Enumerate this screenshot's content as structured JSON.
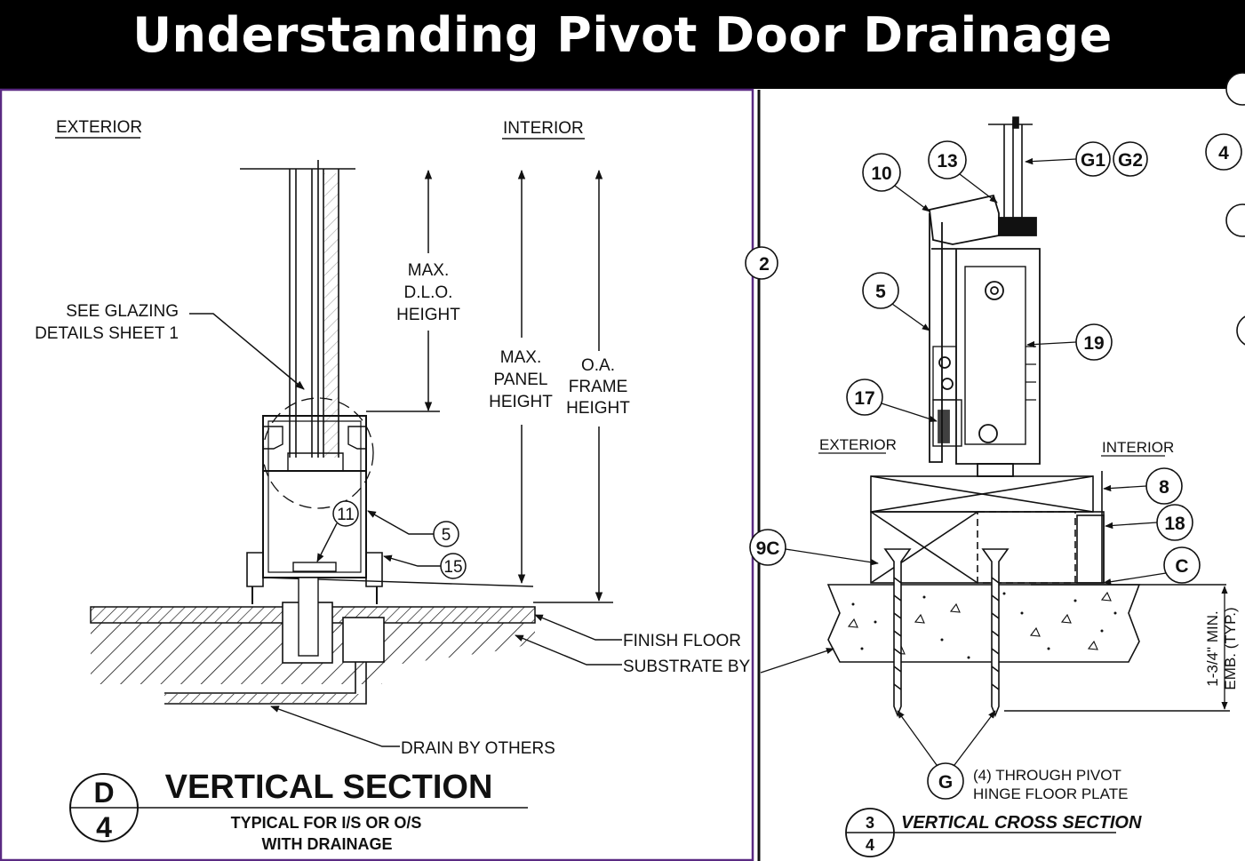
{
  "banner": {
    "title": "Understanding Pivot Door Drainage"
  },
  "left_detail": {
    "exterior": "EXTERIOR",
    "interior": "INTERIOR",
    "glazing_note": [
      "SEE GLAZING",
      "DETAILS SHEET 1"
    ],
    "dlo_height": [
      "MAX.",
      "D.L.O.",
      "HEIGHT"
    ],
    "panel_height": [
      "MAX.",
      "PANEL",
      "HEIGHT"
    ],
    "frame_height": [
      "O.A.",
      "FRAME",
      "HEIGHT"
    ],
    "callouts": [
      "11",
      "5",
      "15"
    ],
    "finish_floor": "FINISH FLOOR",
    "substrate": "SUBSTRATE BY",
    "drain": "DRAIN BY OTHERS",
    "sheet_top": "D",
    "sheet_bottom": "4",
    "title": "VERTICAL SECTION",
    "subtitle": [
      "TYPICAL FOR I/S OR O/S",
      "WITH DRAINAGE"
    ]
  },
  "right_detail": {
    "exterior": "EXTERIOR",
    "interior": "INTERIOR",
    "callouts": [
      "10",
      "13",
      "G1",
      "G2",
      "4",
      "5",
      "19",
      "17",
      "8",
      "18",
      "C",
      "9C",
      "2",
      "G"
    ],
    "embed_note": [
      "1-3/4\" MIN.",
      "EMB. (TYP.)"
    ],
    "fastener_note": [
      "(4) THROUGH PIVOT",
      "HINGE FLOOR PLATE"
    ],
    "sheet_top": "3",
    "sheet_bottom": "4",
    "title": "VERTICAL CROSS SECTION"
  }
}
